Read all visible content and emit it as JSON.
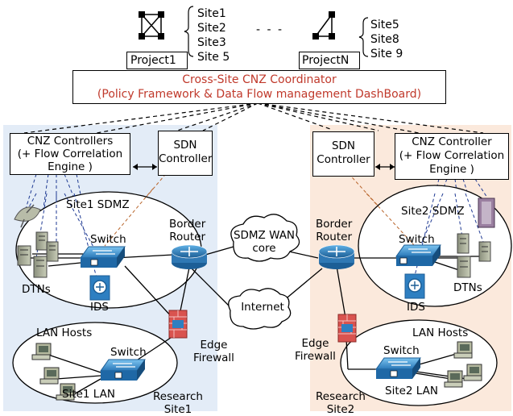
{
  "projects": {
    "p1": {
      "label": "Project1",
      "sites": [
        "Site1",
        "Site2",
        "Site3",
        "Site 5"
      ]
    },
    "pn": {
      "label": "ProjectN",
      "sites": [
        "Site5",
        "Site8",
        "Site 9"
      ]
    },
    "separator": "- - -"
  },
  "coordinator": {
    "title": "Cross-Site CNZ Coordinator",
    "subtitle": "(Policy Framework & Data Flow management DashBoard)"
  },
  "site1": {
    "cnz_controllers": [
      "CNZ Controllers",
      "(+ Flow Correlation",
      "Engine )"
    ],
    "sdn_controller": [
      "SDN",
      "Controller"
    ],
    "sdmz_label": "Site1 SDMZ",
    "switch_label": "Switch",
    "dtns_label": "DTNs",
    "ids_label": "IDS",
    "lan_hosts_label": "LAN Hosts",
    "lan_switch_label": "Switch",
    "lan_label": "Site1 LAN",
    "research_label": [
      "Research",
      "Site1"
    ]
  },
  "site2": {
    "cnz_controller": [
      "CNZ Controller",
      "(+ Flow Correlation",
      "Engine )"
    ],
    "sdn_controller": [
      "SDN",
      "Controller"
    ],
    "sdmz_label": "Site2 SDMZ",
    "switch_label": "Switch",
    "dtns_label": "DTNs",
    "ids_label": "IDS",
    "lan_hosts_label": "LAN Hosts",
    "lan_switch_label": "Switch",
    "lan_label": "Site2 LAN",
    "research_label": [
      "Research",
      "Site2"
    ]
  },
  "core": {
    "border_router_left": [
      "Border",
      "Router"
    ],
    "border_router_right": [
      "Border",
      "Router"
    ],
    "wan_cloud": [
      "SDMZ WAN",
      "core"
    ],
    "internet_cloud": "Internet",
    "firewall_left": [
      "Edge",
      "Firewall"
    ],
    "firewall_right": [
      "Edge",
      "Firewall"
    ]
  },
  "colors": {
    "site1_bg": "#e3ecf7",
    "site2_bg": "#fbe9dc",
    "coordinator_text": "#c0392b",
    "control_link_site1": "#1f3a93",
    "control_link_site2": "#b8642a",
    "device_blue": "#2e7fc1",
    "firewall_red": "#d9534f"
  }
}
